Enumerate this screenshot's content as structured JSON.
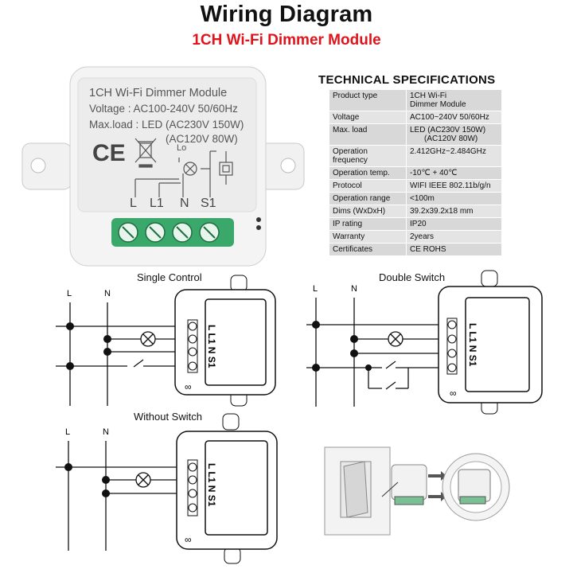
{
  "header": {
    "title": "Wiring Diagram",
    "subtitle": "1CH Wi-Fi Dimmer Module"
  },
  "device": {
    "name": "1CH Wi-Fi Dimmer Module",
    "voltage": "Voltage : AC100-240V 50/60Hz",
    "maxload1": "Max.load : LED (AC230V 150W)",
    "maxload2": "(AC120V 80W)",
    "lo": "Lo",
    "terminals": [
      "L",
      "L1",
      "N",
      "S1"
    ]
  },
  "specs": {
    "title": "TECHNICAL SPECIFICATIONS",
    "rows": [
      {
        "key": "Product type",
        "value": [
          "1CH Wi-Fi",
          "Dimmer Module"
        ]
      },
      {
        "key": "Voltage",
        "value": [
          "AC100~240V 50/60Hz"
        ]
      },
      {
        "key": "Max. load",
        "value": [
          "LED (AC230V 150W)",
          "(AC120V 80W)"
        ]
      },
      {
        "key": "Operation frequency",
        "value": [
          "2.412GHz~2.484GHz"
        ]
      },
      {
        "key": "Operation temp.",
        "value": [
          "-10℃ + 40℃"
        ]
      },
      {
        "key": "Protocol",
        "value": [
          "WIFI  IEEE 802.11b/g/n"
        ]
      },
      {
        "key": "Operation range",
        "value": [
          "<100m"
        ]
      },
      {
        "key": "Dims (WxDxH)",
        "value": [
          "39.2x39.2x18 mm"
        ]
      },
      {
        "key": "IP rating",
        "value": [
          "IP20"
        ]
      },
      {
        "key": "Warranty",
        "value": [
          "2years"
        ]
      },
      {
        "key": "Certificates",
        "value": [
          "CE ROHS"
        ]
      }
    ]
  },
  "diagrams": {
    "single": "Single Control",
    "double": "Double Switch",
    "without": "Without Switch",
    "line_l": "L",
    "line_n": "N",
    "module_label": "L L1 N S1",
    "infinity": "∞"
  }
}
